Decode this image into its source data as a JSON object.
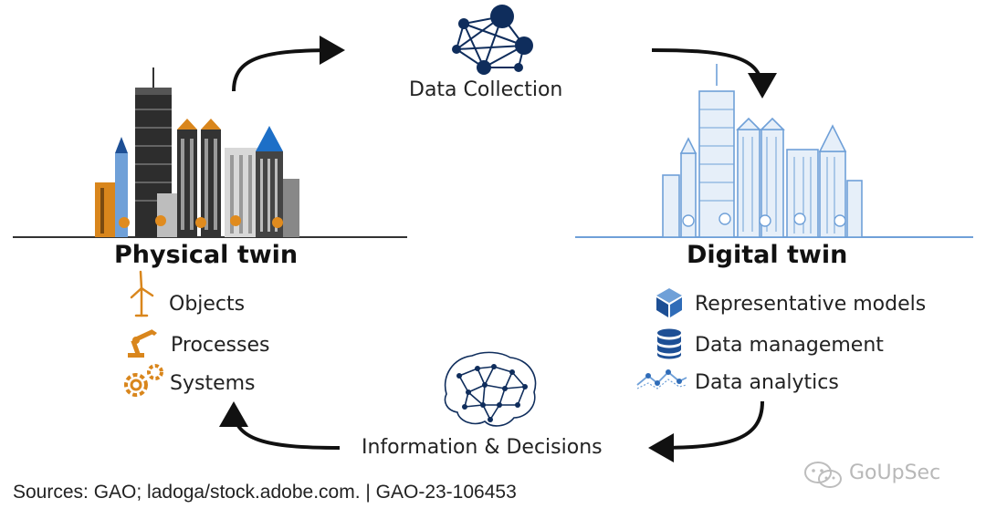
{
  "colors": {
    "navy": "#0f2d5c",
    "orange": "#d9861c",
    "digital_blue": "#6fa0d8",
    "arrow": "#111111",
    "building_gray": "#3a3a3a"
  },
  "top_node": {
    "label": "Data Collection",
    "icon": "network-icon"
  },
  "bottom_node": {
    "label": "Information & Decisions",
    "icon": "brain-network-icon"
  },
  "physical": {
    "title": "Physical twin",
    "items": [
      {
        "label": "Objects",
        "icon": "wind-turbine-icon"
      },
      {
        "label": "Processes",
        "icon": "robot-arm-icon"
      },
      {
        "label": "Systems",
        "icon": "gears-icon"
      }
    ]
  },
  "digital": {
    "title": "Digital twin",
    "items": [
      {
        "label": "Representative models",
        "icon": "cube-icon"
      },
      {
        "label": "Data management",
        "icon": "database-icon"
      },
      {
        "label": "Data analytics",
        "icon": "line-chart-icon"
      }
    ]
  },
  "footer": {
    "sources": "Sources: GAO; ladoga/stock.adobe.com.  |  GAO-23-106453"
  },
  "watermark": {
    "text": "GoUpSec"
  }
}
